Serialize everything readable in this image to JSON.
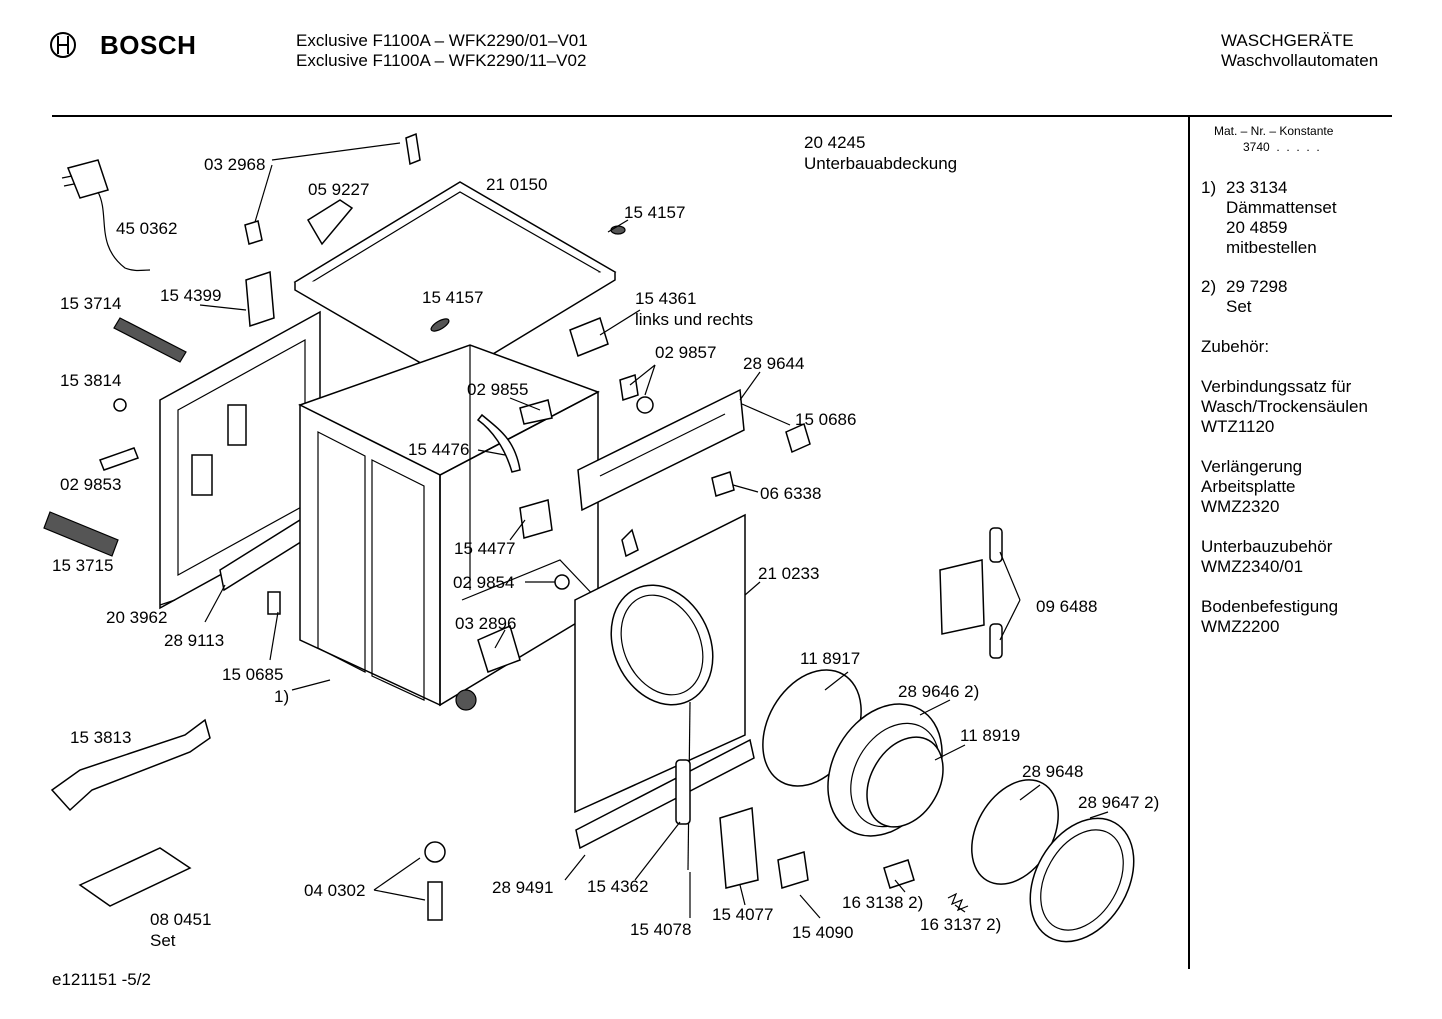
{
  "header": {
    "brand": "BOSCH",
    "model_line_1": "Exclusive F1100A – WFK2290/01–V01",
    "model_line_2": "Exclusive F1100A – WFK2290/11–V02",
    "category": "WASCHGERÄTE",
    "subcategory": "Waschvollautomaten"
  },
  "sidebar": {
    "mat_label": "Mat. – Nr. – Konstante",
    "mat_value": "3740",
    "notes": [
      {
        "marker": "1)",
        "lines": [
          "23 3134",
          "Dämmattenset",
          "20 4859",
          "mitbestellen"
        ]
      },
      {
        "marker": "2)",
        "lines": [
          "29 7298",
          "Set"
        ]
      }
    ],
    "accessories_title": "Zubehör:",
    "accessories": [
      [
        "Verbindungssatz für",
        "Wasch/Trockensäulen",
        "WTZ1120"
      ],
      [
        "Verlängerung",
        "Arbeitsplatte",
        "WMZ2320"
      ],
      [
        "Unterbauzubehör",
        "WMZ2340/01"
      ],
      [
        "Bodenbefestigung",
        "WMZ2200"
      ]
    ]
  },
  "labels": {
    "p204245": "20 4245",
    "unterbau": "Unterbauabdeckung",
    "p032968": "03 2968",
    "p059227": "05 9227",
    "p210150": "21 0150",
    "p154157a": "15 4157",
    "p154157b": "15 4157",
    "p450362": "45 0362",
    "p153714": "15 3714",
    "p154399": "15 4399",
    "p154361": "15 4361",
    "links": "links und rechts",
    "p029857": "02 9857",
    "p289644": "28 9644",
    "p153814": "15 3814",
    "p029855": "02 9855",
    "p150686": "15 0686",
    "p154476": "15 4476",
    "p029853": "02 9853",
    "p066338": "06 6338",
    "p153715": "15 3715",
    "p154477": "15 4477",
    "p210233": "21 0233",
    "p029854": "02 9854",
    "p096488": "09 6488",
    "p203962": "20 3962",
    "p289113": "28 9113",
    "p032896": "03 2896",
    "p118917": "11 8917",
    "p150685": "15 0685",
    "note1": "1)",
    "p2896462": "28 9646 2)",
    "p118919": "11 8919",
    "p153813": "15 3813",
    "p289648": "28 9648",
    "p2896472": "28 9647 2)",
    "p040302": "04 0302",
    "p289491": "28 9491",
    "p154362": "15 4362",
    "p1631382": "16 3138 2)",
    "p080451": "08 0451",
    "set": "Set",
    "p1631372": "16 3137 2)",
    "p154078": "15 4078",
    "p154077": "15 4077",
    "p154090": "15 4090"
  },
  "footer": {
    "doc_id": "e121151 -5/2"
  }
}
